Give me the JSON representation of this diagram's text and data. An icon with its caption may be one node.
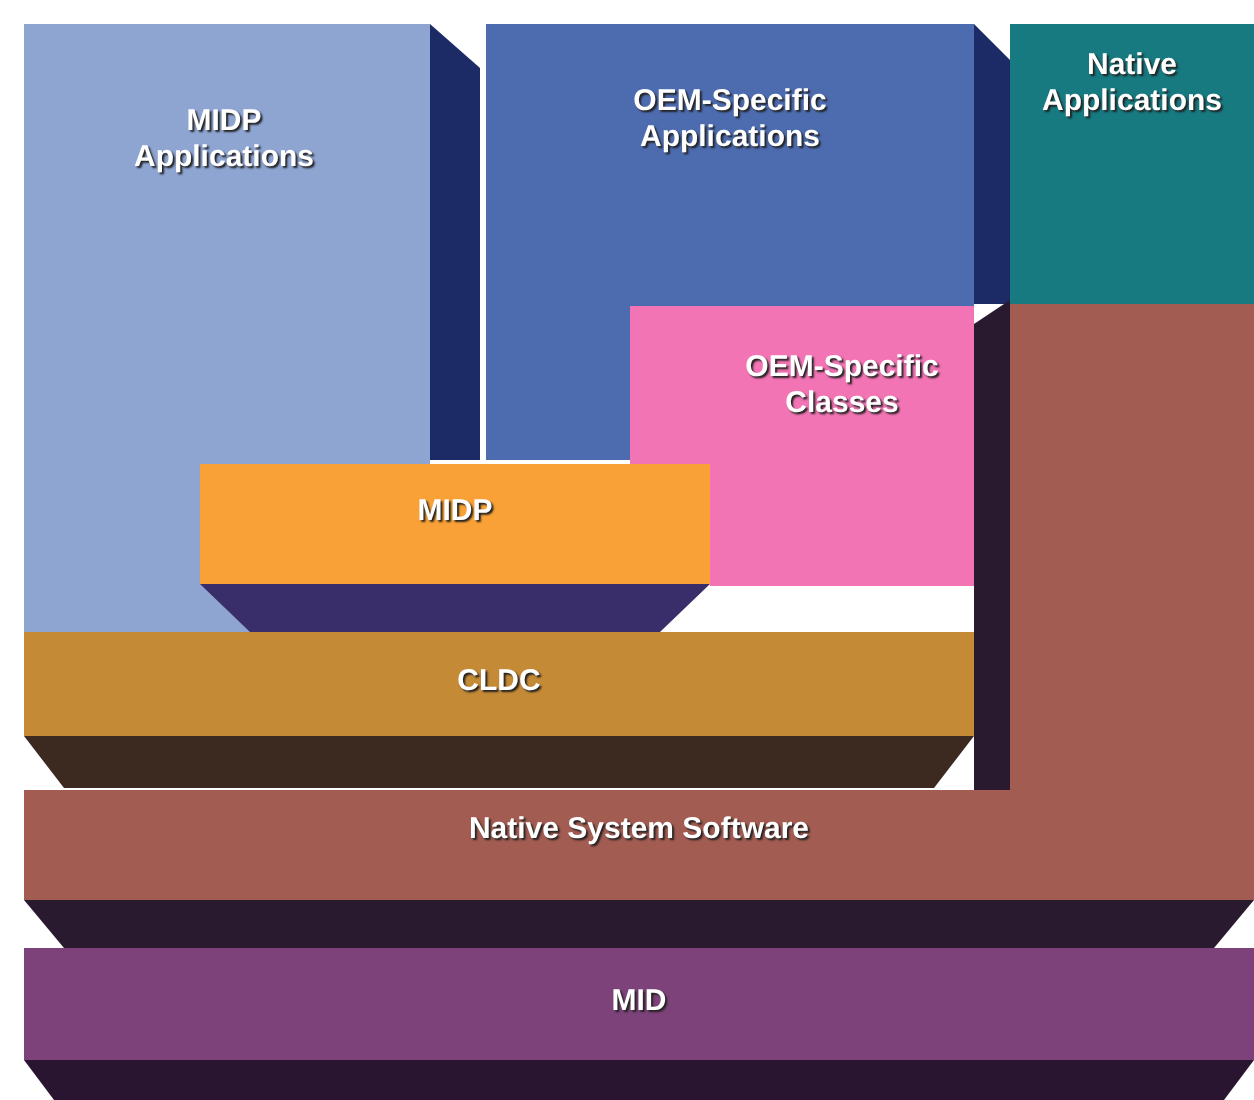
{
  "diagram": {
    "nodes": [
      {
        "text": [
          "MIDP Applications"
        ]
      },
      {
        "text": [
          "OEM-Specific Applications"
        ]
      },
      {
        "text": [
          "Native Applications"
        ]
      },
      {
        "text": [
          "OEM-Specific Classes"
        ]
      },
      {
        "text": [
          "MIDP"
        ]
      },
      {
        "text": [
          "CLDC"
        ]
      },
      {
        "text": [
          "Native System Software"
        ]
      },
      {
        "text": [
          "MID"
        ]
      }
    ]
  }
}
